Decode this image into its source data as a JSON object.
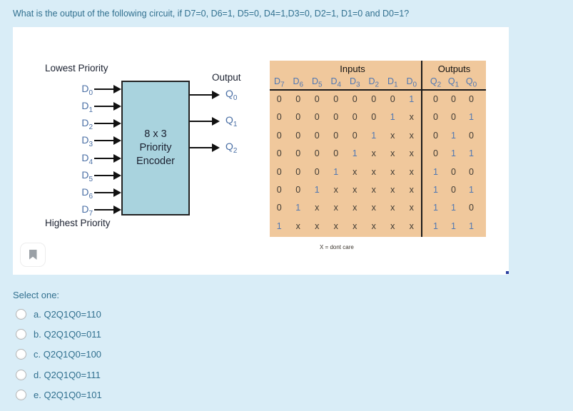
{
  "question": "What is the output of the following circuit, if D7=0, D6=1, D5=0, D4=1,D3=0, D2=1, D1=0 and D0=1?",
  "figure": {
    "lowest_priority_label": "Lowest Priority",
    "highest_priority_label": "Highest Priority",
    "output_label": "Output",
    "encoder_label_lines": [
      "8 x 3",
      "Priority",
      "Encoder"
    ],
    "inputs": [
      "D0",
      "D1",
      "D2",
      "D3",
      "D4",
      "D5",
      "D6",
      "D7"
    ],
    "outputs": [
      "Q0",
      "Q1",
      "Q2"
    ]
  },
  "truth_table": {
    "inputs_header": "Inputs",
    "outputs_header": "Outputs",
    "input_columns": [
      "D7",
      "D6",
      "D5",
      "D4",
      "D3",
      "D2",
      "D1",
      "D0"
    ],
    "output_columns": [
      "Q2",
      "Q1",
      "Q0"
    ],
    "rows": [
      {
        "inputs": [
          "0",
          "0",
          "0",
          "0",
          "0",
          "0",
          "0",
          "1"
        ],
        "outputs": [
          "0",
          "0",
          "0"
        ]
      },
      {
        "inputs": [
          "0",
          "0",
          "0",
          "0",
          "0",
          "0",
          "1",
          "x"
        ],
        "outputs": [
          "0",
          "0",
          "1"
        ]
      },
      {
        "inputs": [
          "0",
          "0",
          "0",
          "0",
          "0",
          "1",
          "x",
          "x"
        ],
        "outputs": [
          "0",
          "1",
          "0"
        ]
      },
      {
        "inputs": [
          "0",
          "0",
          "0",
          "0",
          "1",
          "x",
          "x",
          "x"
        ],
        "outputs": [
          "0",
          "1",
          "1"
        ]
      },
      {
        "inputs": [
          "0",
          "0",
          "0",
          "1",
          "x",
          "x",
          "x",
          "x"
        ],
        "outputs": [
          "1",
          "0",
          "0"
        ]
      },
      {
        "inputs": [
          "0",
          "0",
          "1",
          "x",
          "x",
          "x",
          "x",
          "x"
        ],
        "outputs": [
          "1",
          "0",
          "1"
        ]
      },
      {
        "inputs": [
          "0",
          "1",
          "x",
          "x",
          "x",
          "x",
          "x",
          "x"
        ],
        "outputs": [
          "1",
          "1",
          "0"
        ]
      },
      {
        "inputs": [
          "1",
          "x",
          "x",
          "x",
          "x",
          "x",
          "x",
          "x"
        ],
        "outputs": [
          "1",
          "1",
          "1"
        ]
      }
    ],
    "footnote": "X = dont care"
  },
  "select_one_label": "Select one:",
  "options": [
    {
      "key": "a",
      "label": "a. Q2Q1Q0=110"
    },
    {
      "key": "b",
      "label": "b. Q2Q1Q0=011"
    },
    {
      "key": "c",
      "label": "c. Q2Q1Q0=100"
    },
    {
      "key": "d",
      "label": "d. Q2Q1Q0=111"
    },
    {
      "key": "e",
      "label": "e. Q2Q1Q0=101"
    }
  ],
  "colors": {
    "page_background": "#d9edf7",
    "panel_background": "#ffffff",
    "question_text": "#31708f",
    "table_background": "#f0c89c",
    "encoder_fill": "#a9d3de",
    "blue_digit": "#4f77b3",
    "dark_digit": "#3f3a33",
    "diagram_label_blue": "#4a6fa5"
  }
}
